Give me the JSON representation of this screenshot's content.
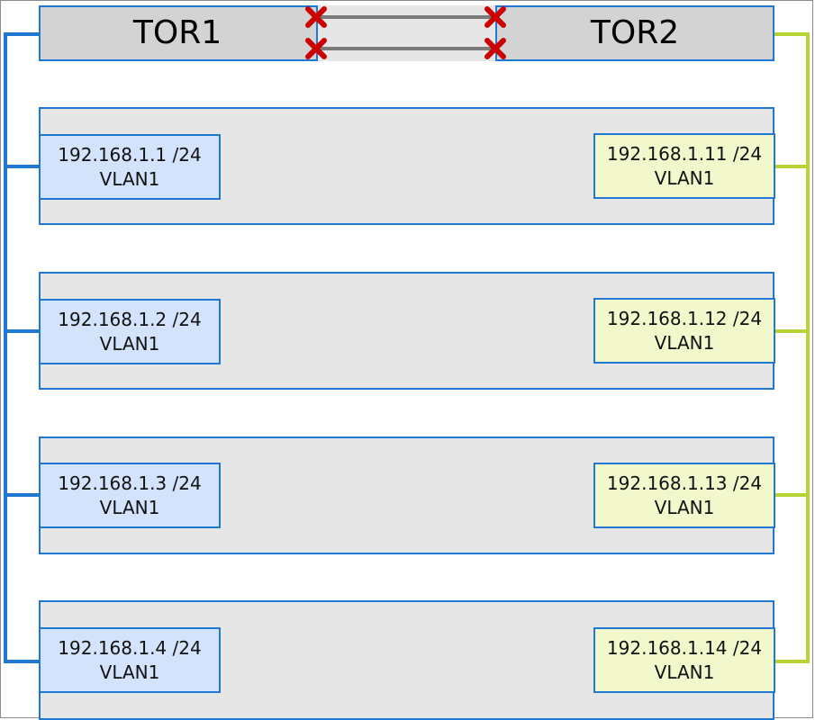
{
  "tors": [
    {
      "label": "TOR1"
    },
    {
      "label": "TOR2"
    }
  ],
  "servers": [
    {
      "left": {
        "ip": "192.168.1.1 /24",
        "vlan": "VLAN1"
      },
      "right": {
        "ip": "192.168.1.11 /24",
        "vlan": "VLAN1"
      }
    },
    {
      "left": {
        "ip": "192.168.1.2 /24",
        "vlan": "VLAN1"
      },
      "right": {
        "ip": "192.168.1.12 /24",
        "vlan": "VLAN1"
      }
    },
    {
      "left": {
        "ip": "192.168.1.3 /24",
        "vlan": "VLAN1"
      },
      "right": {
        "ip": "192.168.1.13 /24",
        "vlan": "VLAN1"
      }
    },
    {
      "left": {
        "ip": "192.168.1.4 /24",
        "vlan": "VLAN1"
      },
      "right": {
        "ip": "192.168.1.14 /24",
        "vlan": "VLAN1"
      }
    }
  ],
  "colors": {
    "tor1_link": "#1f78d1",
    "tor2_link": "#b5d334",
    "disabled_marker": "#cc0000",
    "peer_link": "#7a7a7a"
  }
}
